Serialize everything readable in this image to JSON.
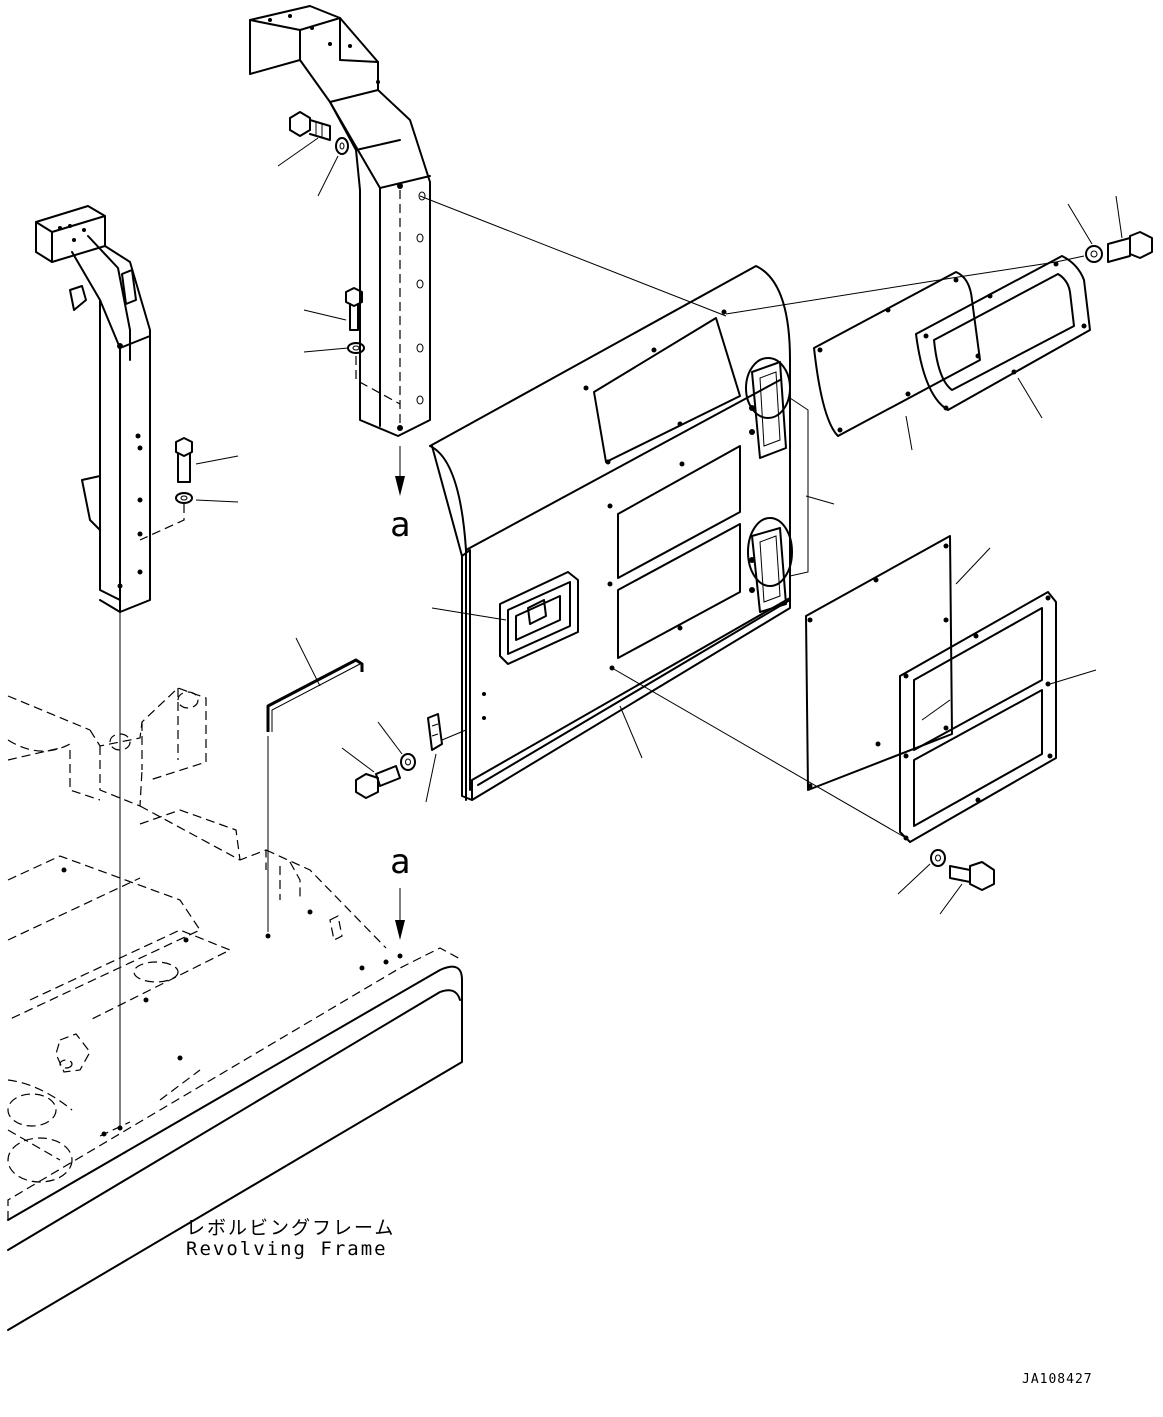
{
  "reference_markers": [
    "a",
    "a"
  ],
  "frame_label": {
    "japanese": "レボルビングフレーム",
    "english": "Revolving Frame"
  },
  "drawing_number": "JA108427"
}
